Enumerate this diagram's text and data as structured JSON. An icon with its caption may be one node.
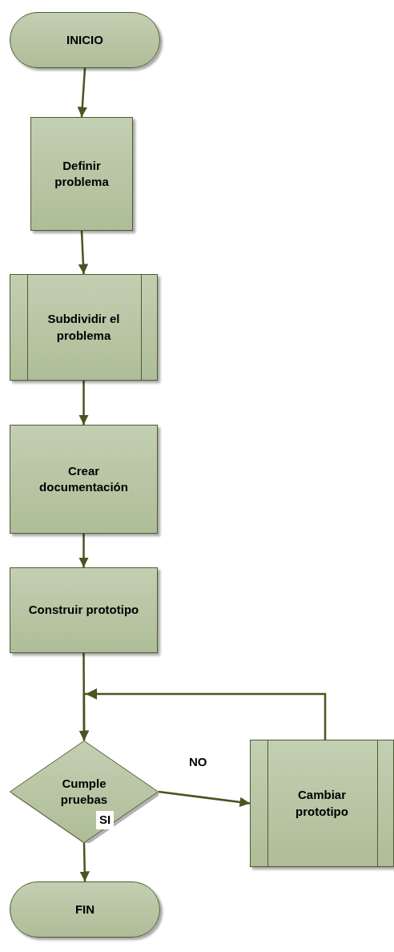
{
  "diagram": {
    "nodes": [
      {
        "text": [
          "INICIO"
        ]
      },
      {
        "text": [
          "Definir problema"
        ]
      },
      {
        "text": [
          "Subdividir el problema"
        ]
      },
      {
        "text": [
          "Crear documentación"
        ]
      },
      {
        "text": [
          "Construir prototipo"
        ]
      },
      {
        "text": [
          "Cumple pruebas"
        ]
      },
      {
        "text": [
          "Cambiar prototipo"
        ]
      },
      {
        "text": [
          "FIN"
        ]
      }
    ],
    "edges": [
      {
        "from": 0,
        "to": 1,
        "arrow": "to"
      },
      {
        "from": 1,
        "to": 2,
        "arrow": "to"
      },
      {
        "from": 2,
        "to": 3,
        "arrow": "to"
      },
      {
        "from": 3,
        "to": 4,
        "arrow": "to"
      },
      {
        "from": 4,
        "to": 5,
        "arrow": "to"
      },
      {
        "from": 5,
        "to": 6,
        "arrow": "to",
        "label": "NO"
      },
      {
        "from": 6,
        "to": 5,
        "arrow": "to"
      },
      {
        "from": 5,
        "to": 7,
        "arrow": "to",
        "label": "SI"
      }
    ]
  }
}
